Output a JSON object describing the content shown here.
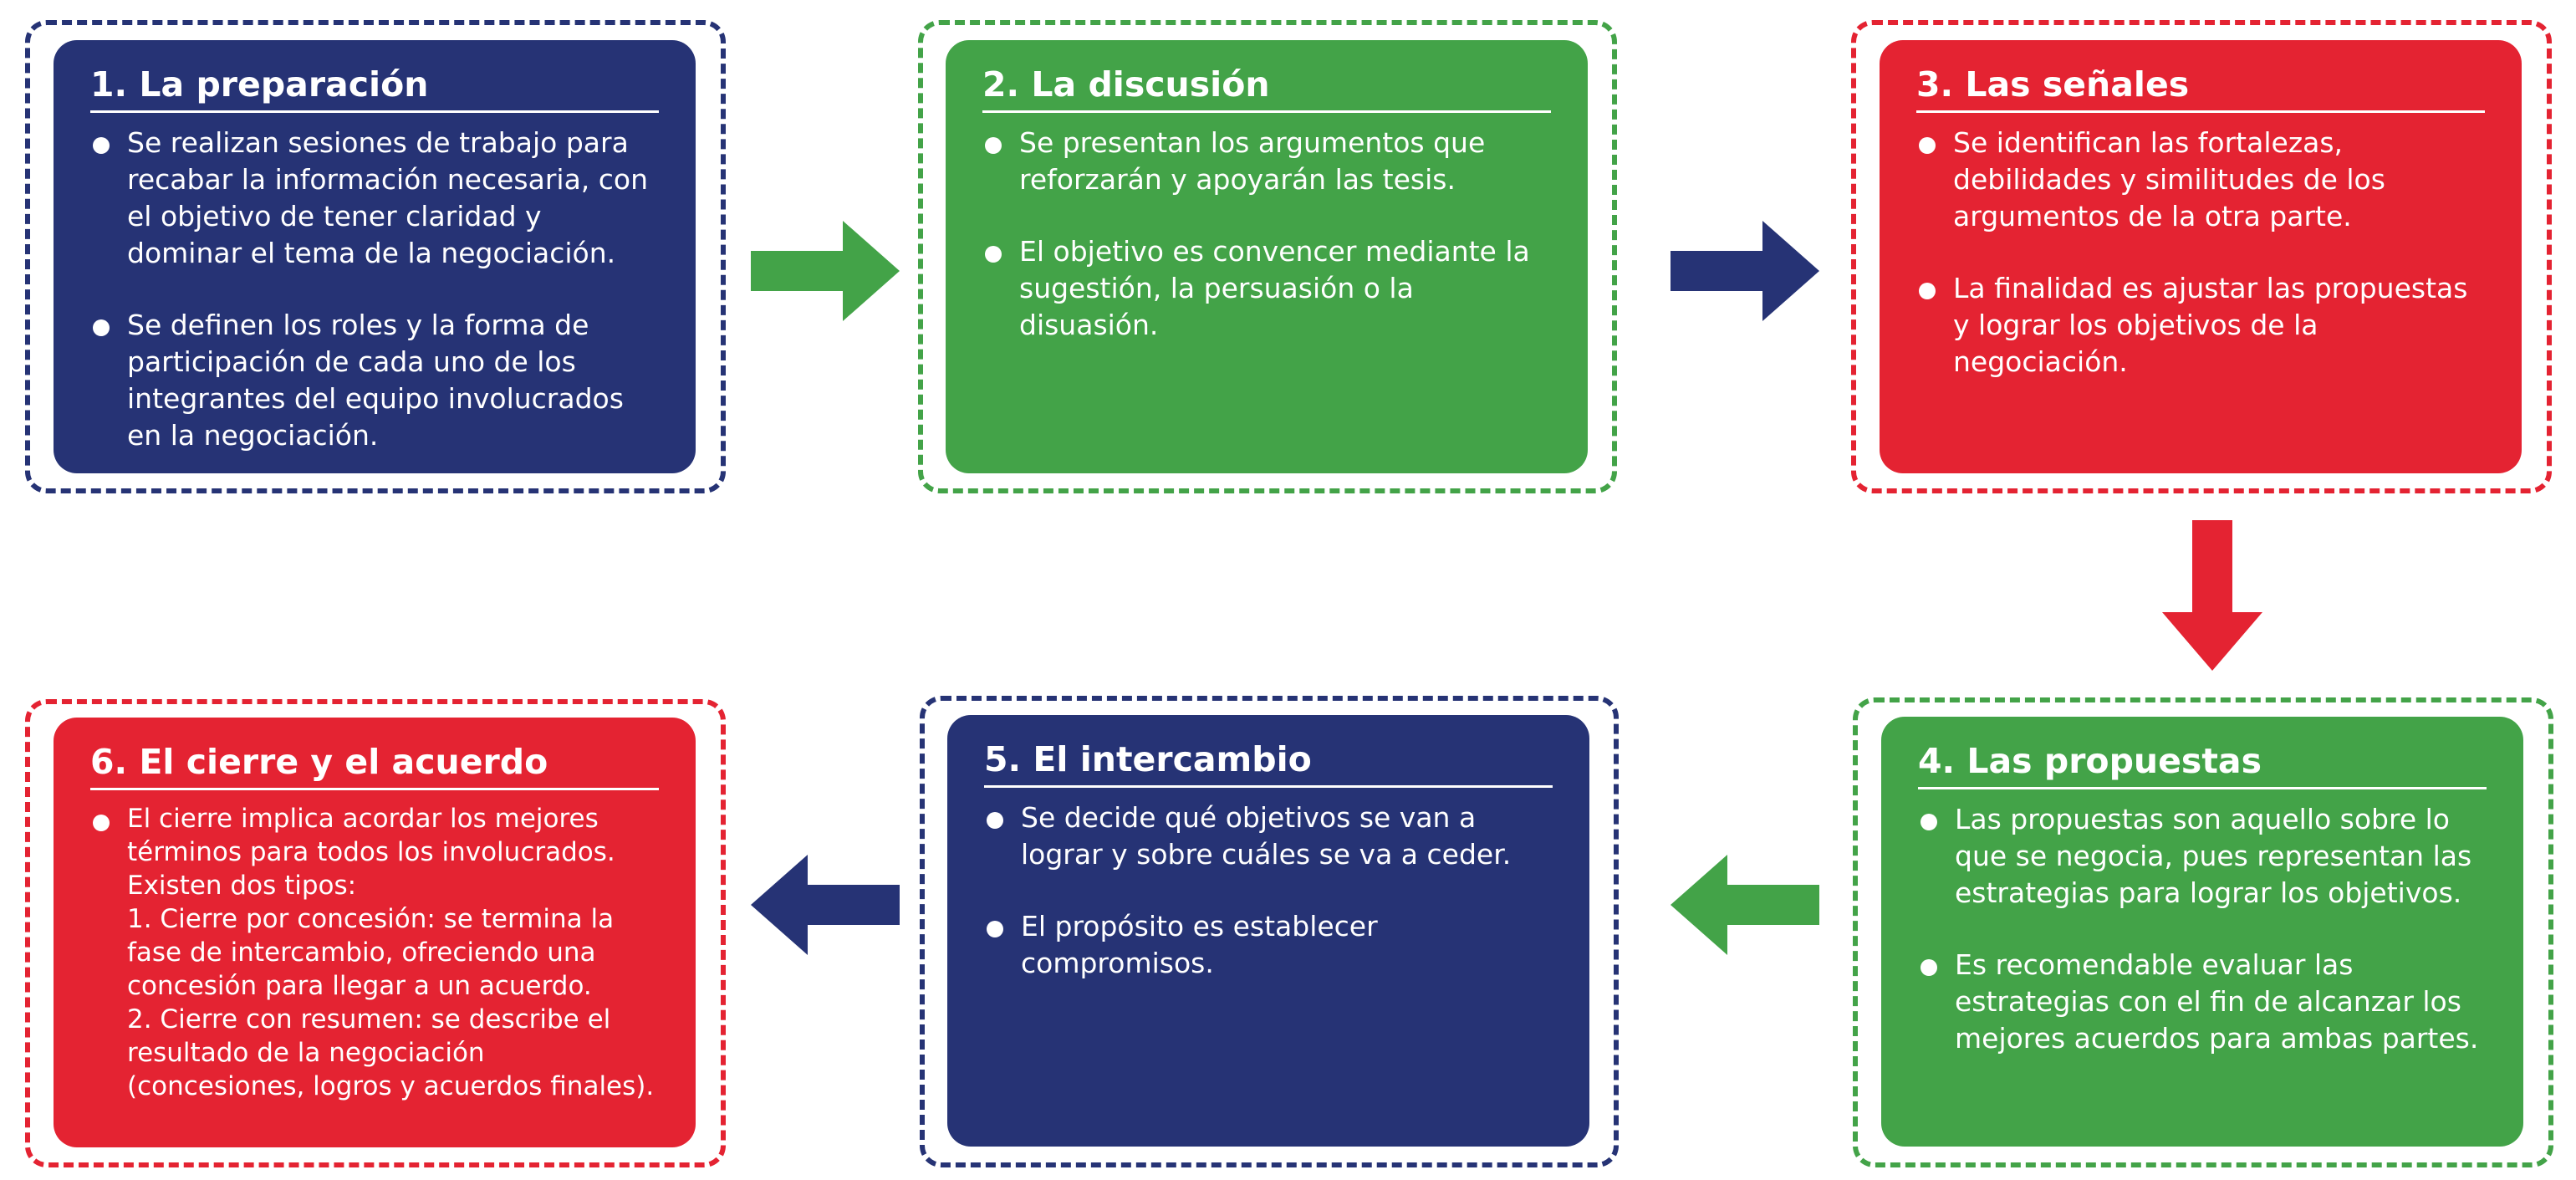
{
  "colors": {
    "navy": "#263375",
    "green": "#43A348",
    "red": "#E42332"
  },
  "steps": [
    {
      "title": "1. La preparación",
      "bullets": [
        "Se realizan sesiones de trabajo para recabar la información necesaria, con el objetivo de tener claridad y dominar el tema de la negociación.",
        "Se definen los roles y la forma de participación de cada uno de los integrantes del equipo involucrados en la negociación."
      ]
    },
    {
      "title": "2. La discusión",
      "bullets": [
        "Se presentan los argumentos que reforzarán y apoyarán las tesis.",
        "El objetivo es convencer mediante la sugestión, la persuasión o la disuasión."
      ]
    },
    {
      "title": "3. Las señales",
      "bullets": [
        "Se identifican las fortalezas, debilidades y similitudes de los argumentos de la otra parte.",
        "La finalidad es ajustar las propuestas y lograr los objetivos de la negociación."
      ]
    },
    {
      "title": "4. Las propuestas",
      "bullets": [
        "Las propuestas son aquello sobre lo que se negocia, pues representan las estrategias para lograr los objetivos.",
        "Es recomendable evaluar las estrategias con el fin de alcanzar los mejores acuerdos para ambas partes."
      ]
    },
    {
      "title": "5. El intercambio",
      "bullets": [
        "Se decide qué objetivos se van a lograr y sobre cuáles se va a ceder.",
        "El propósito es establecer compromisos."
      ]
    },
    {
      "title": "6. El cierre y el acuerdo",
      "intro": "El cierre implica acordar los mejores términos para todos los involucrados. Existen dos tipos:",
      "item1": "1.  Cierre por concesión: se termina la fase de intercambio, ofreciendo una concesión para llegar a un acuerdo.",
      "item2": "2. Cierre con resumen: se describe el resultado de la negociación (concesiones, logros y acuerdos finales)."
    }
  ]
}
